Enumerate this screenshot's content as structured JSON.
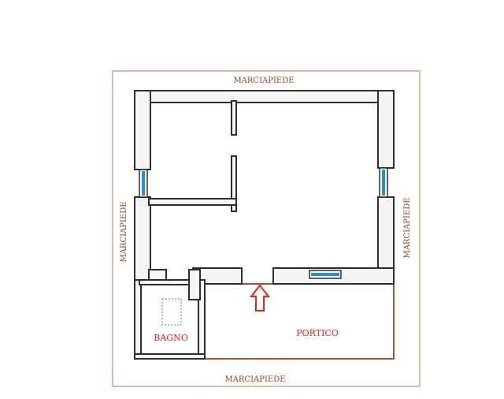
{
  "plan": {
    "labels": {
      "marciapiede_top": "MARCIAPIEDE",
      "marciapiede_bottom": "MARCIAPIEDE",
      "marciapiede_left": "MARCIAPIEDE",
      "marciapiede_right": "MARCIAPIEDE",
      "bagno": "BAGNO",
      "portico": "PORTICO"
    },
    "colors": {
      "wall_fill": "#f5f5f5",
      "wall_stroke": "#2a2e33",
      "sidewalk_border": "#b07a5a",
      "portico_border": "#a0522d",
      "window": "#2a8fd0",
      "arrow": "#e8201a",
      "room_label": "#e8201a",
      "sidewalk_label": "#8a4a2a",
      "fixture_dashed": "#2a8fd0"
    }
  }
}
